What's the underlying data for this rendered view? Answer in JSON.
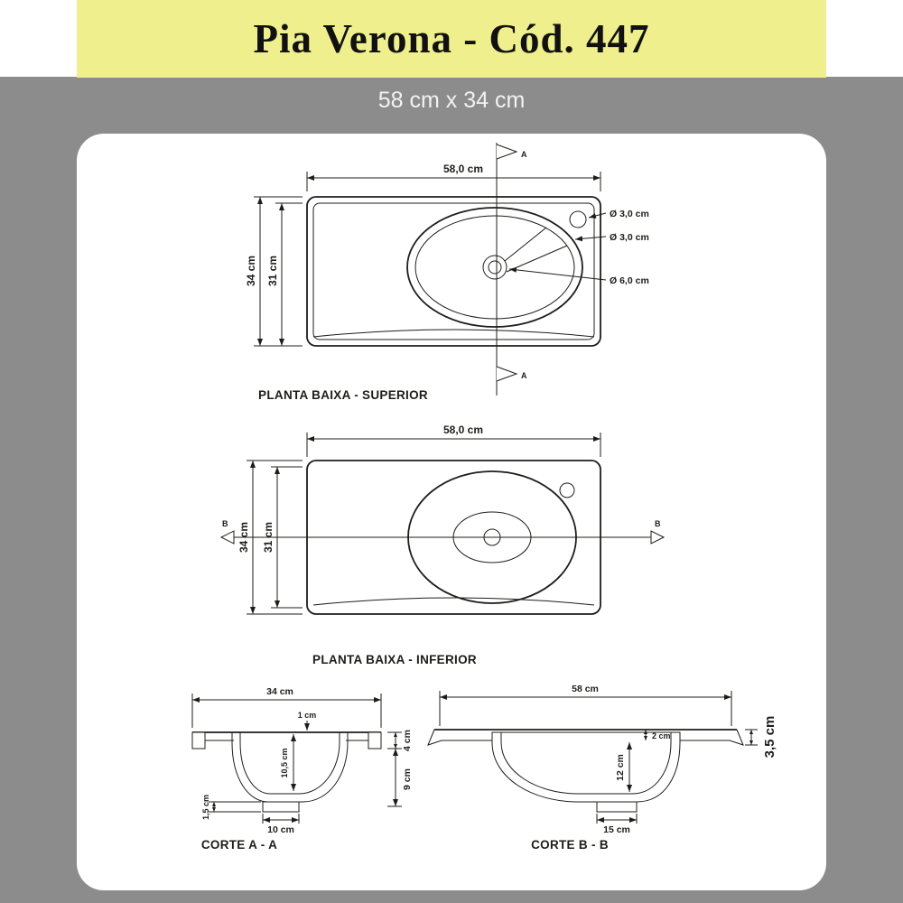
{
  "page": {
    "title": "Pia Verona - Cód. 447",
    "subtitle": "58 cm x 34 cm"
  },
  "colors": {
    "banner_yellow": "#eff08d",
    "background_gray": "#8c8c8c",
    "panel_white": "#ffffff",
    "line_black": "#1d1d1b",
    "section_fill_gray": "#d8d8d8"
  },
  "views": {
    "superior": {
      "label": "PLANTA BAIXA  - SUPERIOR",
      "marker": "A",
      "dims": {
        "width": "58,0 cm",
        "height_outer": "34 cm",
        "height_inner": "31 cm",
        "hole_top": "Ø 3,0 cm",
        "hole_mid": "Ø 3,0 cm",
        "drain": "Ø 6,0 cm"
      }
    },
    "inferior": {
      "label": "PLANTA BAIXA  - INFERIOR",
      "marker": "B",
      "dims": {
        "width": "58,0 cm",
        "height_outer": "34 cm",
        "height_inner": "31 cm"
      }
    },
    "corte_a": {
      "label": "CORTE A - A",
      "dims": {
        "width": "34 cm",
        "top": "1 cm",
        "rim": "4 cm",
        "depth": "9 cm",
        "inner_depth": "10,5 cm",
        "base": "1,5 cm",
        "drain_w": "10 cm"
      }
    },
    "corte_b": {
      "label": "CORTE B - B",
      "dims": {
        "width": "58 cm",
        "top": "2 cm",
        "edge": "3,5 cm",
        "depth": "12 cm",
        "drain_w": "15 cm"
      }
    }
  }
}
